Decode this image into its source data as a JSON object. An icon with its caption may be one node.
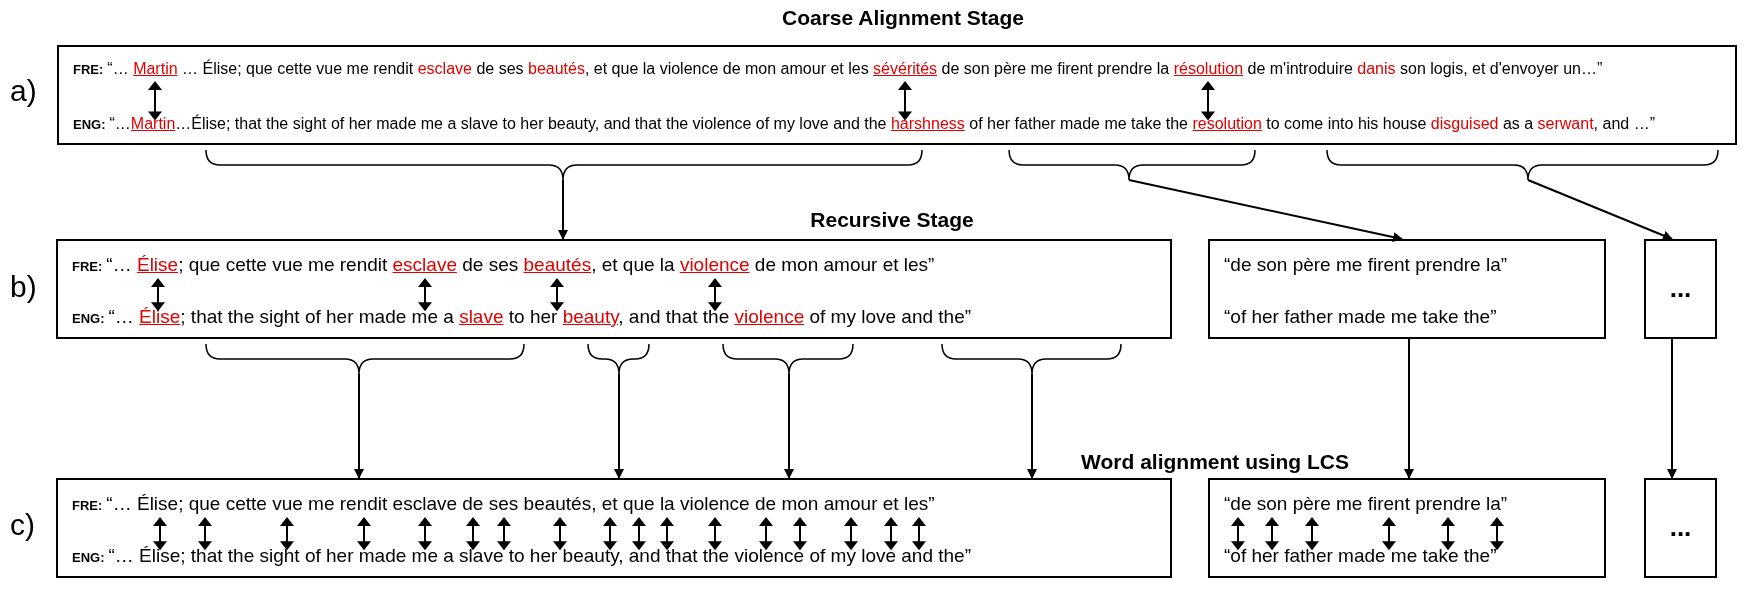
{
  "diagram": {
    "nodes": [
      {
        "text": [
          "FRE:",
          "“… *Martin* … Élise; que cette vue me rendit **esclave** de ses **beautés**, et que la violence de mon amour et les *sévérités* de son père me firent prendre la *résolution* de m'introduire **danis** son logis, et d'envoyer un…”",
          "ENG:",
          "“…*Martin*…Élise; that the sight of her made me a slave to her beauty, and that the violence of my love and the *harshness* of her father made me take the *resolution* to come into his house **disguised** as a **serwant**, and …”"
        ]
      },
      {
        "text": [
          "FRE:",
          "“… *Élise*; que cette vue me rendit *esclave* de ses *beautés*, et que la *violence* de mon amour et les”",
          "ENG:",
          "“… *Élise*; that the sight of her made me a *slave* to her *beauty*, and that the *violence* of my love and the”"
        ]
      },
      {
        "text": [
          "“de son père me firent prendre la”",
          "“of her father made me take the”"
        ]
      },
      {
        "text": [
          "..."
        ]
      },
      {
        "text": [
          "FRE:",
          "“… Élise; que cette vue me rendit esclave de ses beautés, et que la violence de mon amour et les”",
          "ENG:",
          "“… Élise; that the sight of her made me a slave to her beauty, and that the violence of my love and the”"
        ]
      },
      {
        "text": [
          "“de son père me firent prendre la”",
          "“of her father made me take the”"
        ]
      },
      {
        "text": [
          "..."
        ]
      }
    ],
    "edges": [
      {
        "from": 0,
        "to": 1,
        "arrow": "to"
      },
      {
        "from": 0,
        "to": 2,
        "arrow": "to"
      },
      {
        "from": 0,
        "to": 3,
        "arrow": "to"
      },
      {
        "from": 1,
        "to": 4,
        "arrow": "to"
      },
      {
        "from": 1,
        "to": 4,
        "arrow": "to"
      },
      {
        "from": 1,
        "to": 4,
        "arrow": "to"
      },
      {
        "from": 1,
        "to": 4,
        "arrow": "to"
      },
      {
        "from": 2,
        "to": 5,
        "arrow": "to"
      },
      {
        "from": 3,
        "to": 6,
        "arrow": "to"
      }
    ],
    "labels": [
      "Coarse Alignment Stage",
      "a)",
      "Recursive Stage",
      "b)",
      "Word alignment using LCS",
      "c)"
    ]
  }
}
